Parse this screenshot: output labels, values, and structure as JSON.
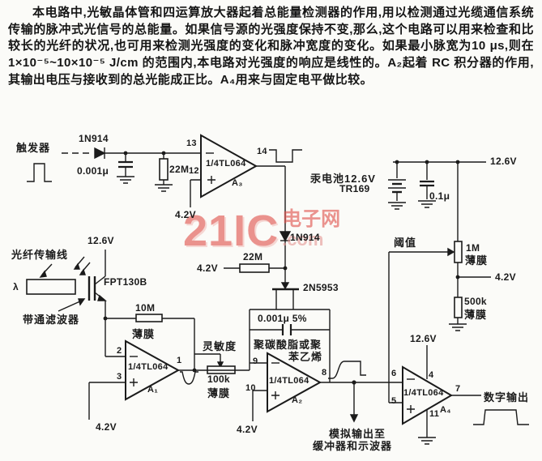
{
  "document": {
    "paragraph": "本电路中,光敏晶体管和四运算放大器起着总能量检测器的作用,用以检测通过光缆通信系统传输的脉冲式光信号的总能量。如果信号源的光强度保持不变,那么,这个电路可以用来检查和比较长的光纤的状况,也可用来检测光强度的变化和脉冲宽度的变化。如果最小脉宽为10 μs,则在1×10⁻⁵~10×10⁻⁵ J/cm 的范围内,本电路对光强度的响应是线性的。A₂起着 RC 积分器的作用,其输出电压与接收到的总光能成正比。A₄用来与固定电平做比较。"
  },
  "watermark": {
    "brand": "21IC",
    "site_name": "电子网",
    "domain": ".com",
    "color": "#e0534d"
  },
  "colors": {
    "ink": "#1b1b1b",
    "paper": "#fbfbf8",
    "watermark": "#e0534d"
  },
  "schematic": {
    "labels": {
      "trigger": "触发器",
      "d1": "1N914",
      "c1": "0.001μ",
      "r1": "22M",
      "a3_pin13": "13",
      "a3_pin12": "12",
      "a3_chip": "1/4TL064",
      "a3_name": "A₃",
      "a3_pin14": "14",
      "a3_v": "4.2V",
      "bat1": "汞电池12.6V",
      "bat2": "TR169",
      "rail_v": "12.6V",
      "c2": "0.1μ",
      "d2": "1N914",
      "r2_v": "4.2V",
      "r2": "22M",
      "fet": "2N5953",
      "thresh": "阈值",
      "pot1m_a": "1M",
      "pot1m_b": "薄膜",
      "tap_v": "4.2V",
      "r500k_a": "500k",
      "r500k_b": "薄膜",
      "fiber": "光纤传输线",
      "lambda": "λ",
      "pt_v": "12.6V",
      "pt": "FPT130B",
      "filter": "带通滤波器",
      "r3_a": "10M",
      "r3_b": "薄膜",
      "sens": "灵敏度",
      "a1_pin2": "2",
      "a1_chip": "1/4TL064",
      "a1_pin3": "3",
      "a1_name": "A₁",
      "a1_pin1": "1",
      "a1_v": "4.2V",
      "pot100k_a": "100k",
      "pot100k_b": "薄膜",
      "cap2": "0.001μ  5%",
      "cap2_mat1": "聚碳酸脂或聚",
      "cap2_mat2": "苯乙烯",
      "a2_pin9": "9",
      "a2_chip": "1/4TL064",
      "a2_pin10": "10",
      "a2_name": "A₂",
      "a2_pin8": "8",
      "a2_v": "4.2V",
      "analog1": "模拟输出至",
      "analog2": "缓冲器和示波器",
      "a4_v": "12.6V",
      "a4_pin6": "6",
      "a4_pin5": "5",
      "a4_chip": "1/4TL064",
      "a4_pin4": "4",
      "a4_pin11": "11",
      "a4_name": "A₄",
      "a4_pin7": "7",
      "digital": "数字输出"
    }
  }
}
